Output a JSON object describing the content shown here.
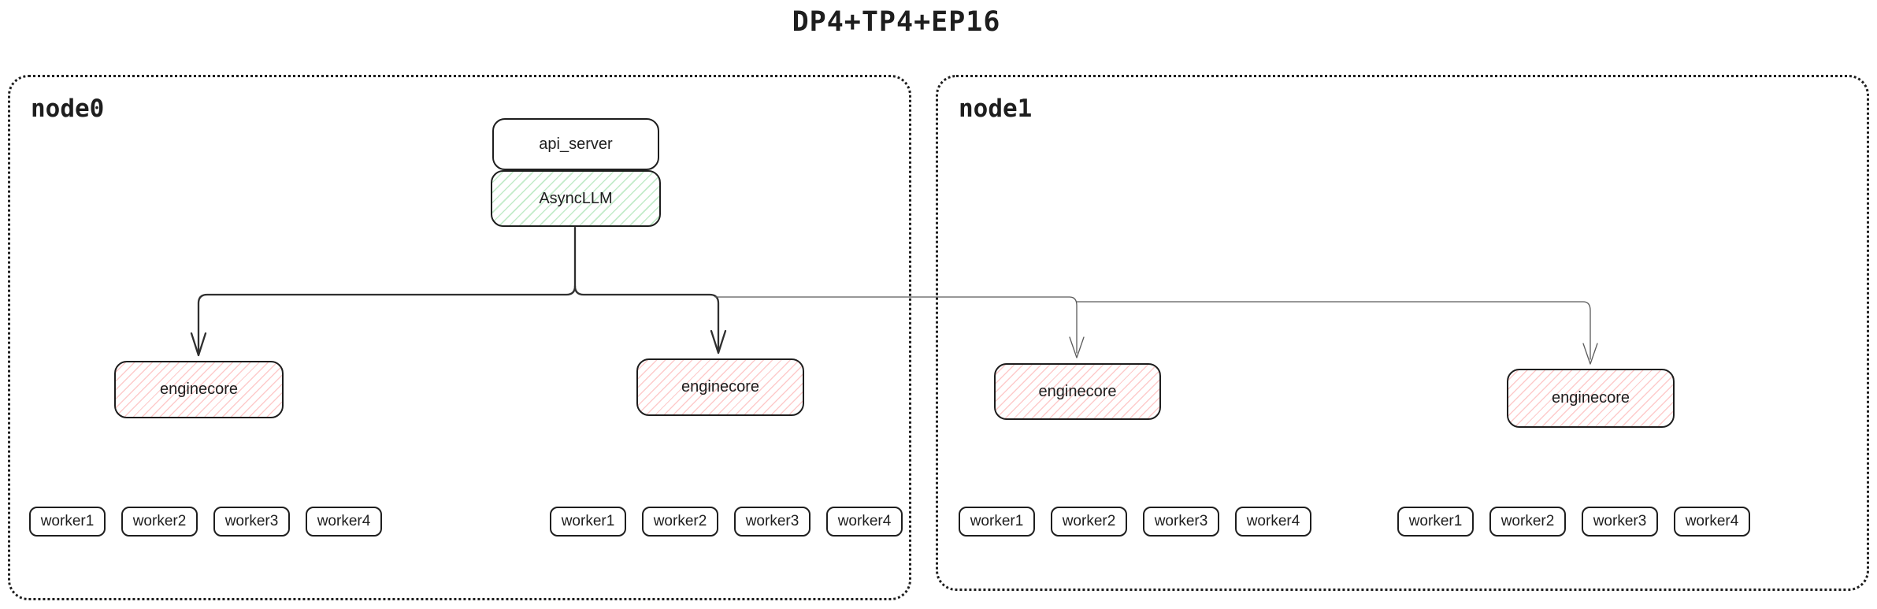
{
  "title": "DP4+TP4+EP16",
  "nodes": [
    {
      "label": "node0"
    },
    {
      "label": "node1"
    }
  ],
  "boxes": {
    "api_server": "api_server",
    "async_llm": "AsyncLLM",
    "enginecore": "enginecore"
  },
  "workers": [
    "worker1",
    "worker2",
    "worker3",
    "worker4"
  ],
  "colors": {
    "border": "#1e1e1e",
    "async_llm_hatch": "#40c057",
    "enginecore_hatch": "#fa5252",
    "connector_primary": "#2f2f2f",
    "connector_secondary": "#5a5a5a"
  }
}
